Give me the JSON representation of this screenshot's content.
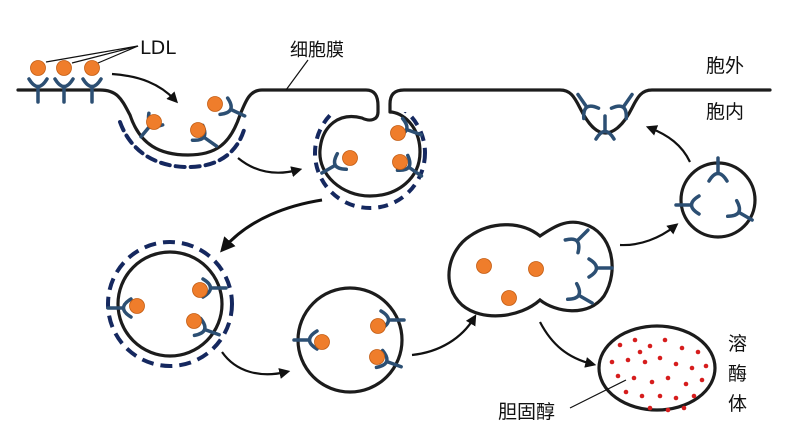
{
  "labels": {
    "ldl": "LDL",
    "membrane": "细胞膜",
    "outside": "胞外",
    "inside": "胞内",
    "lysosome_1": "溶",
    "lysosome_2": "酶",
    "lysosome_3": "体",
    "cholesterol": "胆固醇"
  },
  "colors": {
    "membrane": "#1c1c1c",
    "receptor": "#2c4f73",
    "ldl_fill": "#ef7d2b",
    "coat": "#15285f",
    "cholesterol_dot": "#d61d1d",
    "arrow": "#111111"
  },
  "icons": {
    "receptor": "y-shaped-receptor-icon",
    "ldl": "orange-ldl-particle-icon",
    "arrow": "curved-arrow-icon"
  }
}
